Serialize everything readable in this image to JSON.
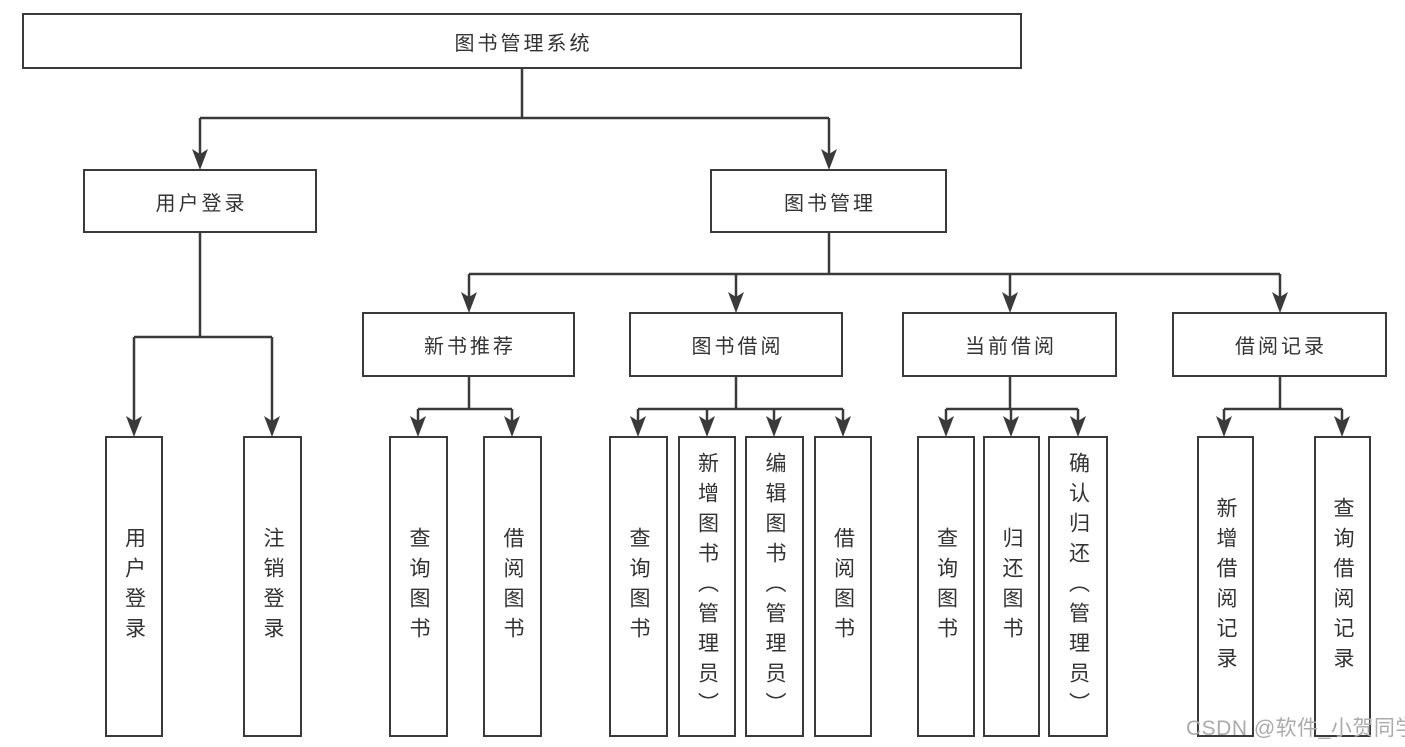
{
  "nodes": {
    "root": "图书管理系统",
    "level2": [
      "用户登录",
      "图书管理"
    ],
    "level3": [
      "新书推荐",
      "图书借阅",
      "当前借阅",
      "借阅记录"
    ],
    "leaves_user_login": [
      "用户登录",
      "注销登录"
    ],
    "leaves_new_books": [
      "查询图书",
      "借阅图书"
    ],
    "leaves_book_borrow": [
      "查询图书",
      "新增图书（管理员）",
      "编辑图书（管理员）",
      "借阅图书"
    ],
    "leaves_current_borrow": [
      "查询图书",
      "归还图书",
      "确认归还（管理员）"
    ],
    "leaves_borrow_records": [
      "新增借阅记录",
      "查询借阅记录"
    ]
  },
  "watermark": "CSDN @软件_小贺同学",
  "colors": {
    "line": "#3a3a3a",
    "text": "#333333",
    "watermark": "#ababab",
    "background": "#ffffff"
  }
}
